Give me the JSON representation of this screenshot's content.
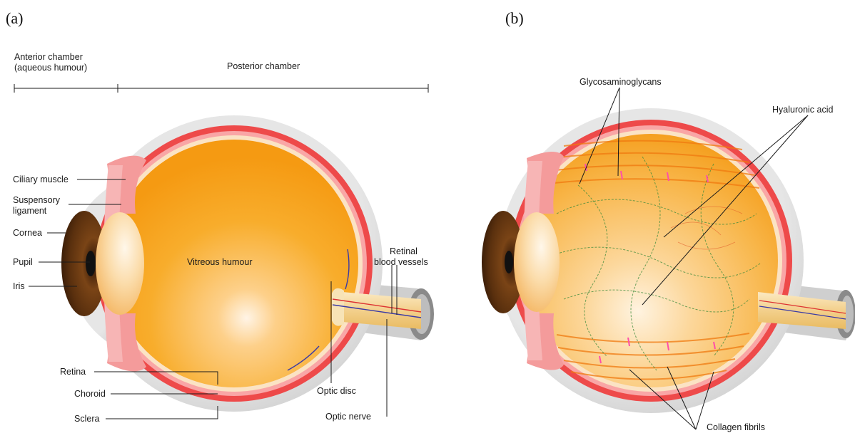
{
  "panel_a": {
    "tag": "(a)",
    "labels": {
      "anterior_chamber_1": "Anterior chamber",
      "anterior_chamber_2": "(aqueous humour)",
      "posterior_chamber": "Posterior chamber",
      "ciliary_muscle": "Ciliary muscle",
      "suspensory_ligament_1": "Suspensory",
      "suspensory_ligament_2": "ligament",
      "cornea": "Cornea",
      "pupil": "Pupil",
      "iris": "Iris",
      "vitreous_humour": "Vitreous humour",
      "retinal_vessels_1": "Retinal",
      "retinal_vessels_2": "blood vessels",
      "retina": "Retina",
      "choroid": "Choroid",
      "sclera": "Sclera",
      "optic_disc": "Optic disc",
      "optic_nerve": "Optic nerve"
    }
  },
  "panel_b": {
    "tag": "(b)",
    "labels": {
      "glycosaminoglycans": "Glycosaminoglycans",
      "hyaluronic_acid": "Hyaluronic acid",
      "collagen_fibrils": "Collagen fibrils"
    }
  },
  "colors": {
    "sclera": "#d9d9d9",
    "choroid": "#ee4a4a",
    "retina": "#f9a6a6",
    "vitreous": "#f7a21b",
    "lens": "#f8d49a",
    "iris": "#6b3a12",
    "optic_nerve": "#f5dca0"
  }
}
